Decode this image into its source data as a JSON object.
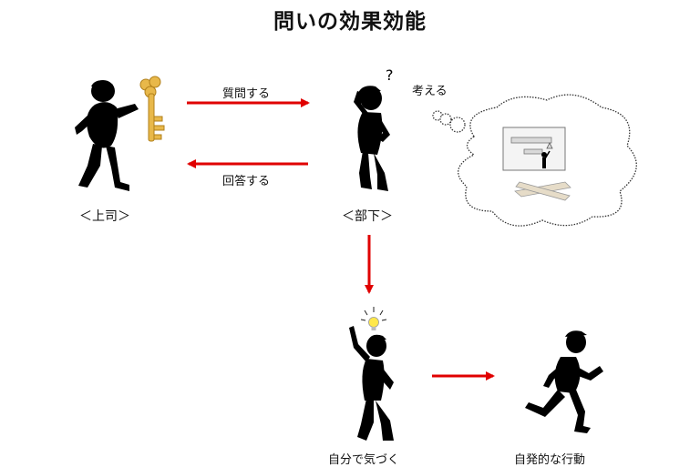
{
  "title": "問いの効果効能",
  "labels": {
    "ask": "質問する",
    "answer": "回答する",
    "think": "考える",
    "boss": "＜上司＞",
    "subordinate": "＜部下＞",
    "notice": "自分で気づく",
    "action": "自発的な行動",
    "question_mark": "?"
  },
  "colors": {
    "arrow": "#e00000",
    "figure": "#000000",
    "key": "#e8b84a",
    "bulb": "#ffe84a",
    "cloud_border": "#333333"
  }
}
